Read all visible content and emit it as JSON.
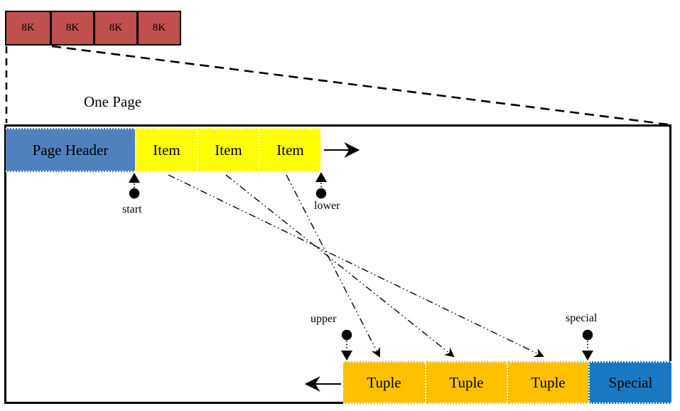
{
  "disk_row": {
    "blocks": [
      "8K",
      "8K",
      "8K",
      "8K"
    ]
  },
  "annotations": {
    "one_page": "One Page",
    "start": "start",
    "lower": "lower",
    "upper": "upper",
    "special": "special"
  },
  "page_layout": {
    "header": "Page Header",
    "items": [
      "Item",
      "Item",
      "Item"
    ],
    "tuples": [
      "Tuple",
      "Tuple",
      "Tuple"
    ],
    "special": "Special"
  },
  "colors": {
    "disk_block": "#C0504D",
    "page_header": "#4F81BD",
    "item": "#FFFF00",
    "tuple": "#FFC000",
    "special": "#1878C2",
    "line": "#000000"
  }
}
